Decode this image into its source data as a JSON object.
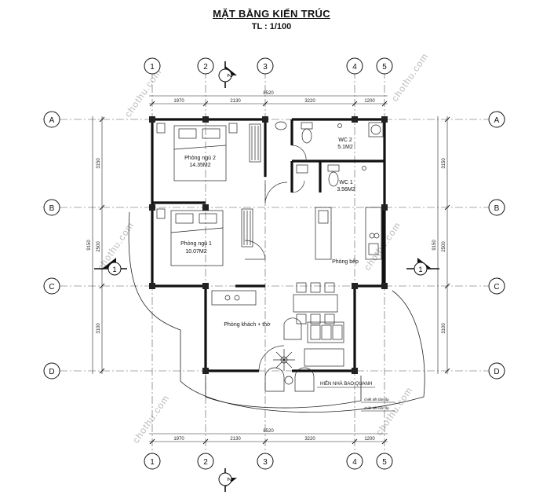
{
  "title": "MẶT BẰNG KIẾN TRÚC",
  "scale": "TL : 1/100",
  "grid_columns": [
    "1",
    "2",
    "3",
    "4",
    "5"
  ],
  "grid_rows": [
    "A",
    "B",
    "C",
    "D"
  ],
  "dims_horizontal": [
    "1970",
    "2130",
    "3220",
    "1200"
  ],
  "dim_total_horizontal": "8520",
  "dims_vertical": [
    "3150",
    "2500",
    "3100"
  ],
  "dim_total_vertical": "9150",
  "section_marks": {
    "horizontal": "1",
    "vertical": "2"
  },
  "rooms": {
    "bed2_name": "Phòng ngủ 2",
    "bed2_area": "14.35M2",
    "bed1_name": "Phòng ngủ 1",
    "bed1_area": "10.07M2",
    "wc2_name": "WC 2",
    "wc2_area": "5.1M2",
    "wc1_name": "WC 1",
    "wc1_area": "3.56M2",
    "kitchen_name": "Phòng bếp",
    "living_name": "Phòng khách + thờ"
  },
  "labels": {
    "yard": "HIÊN NHÀ BAO QUANH",
    "small1": "chiết tiết tầm ốp",
    "small2": "chiết tiết nền ốp"
  },
  "watermark": "chothu.com"
}
